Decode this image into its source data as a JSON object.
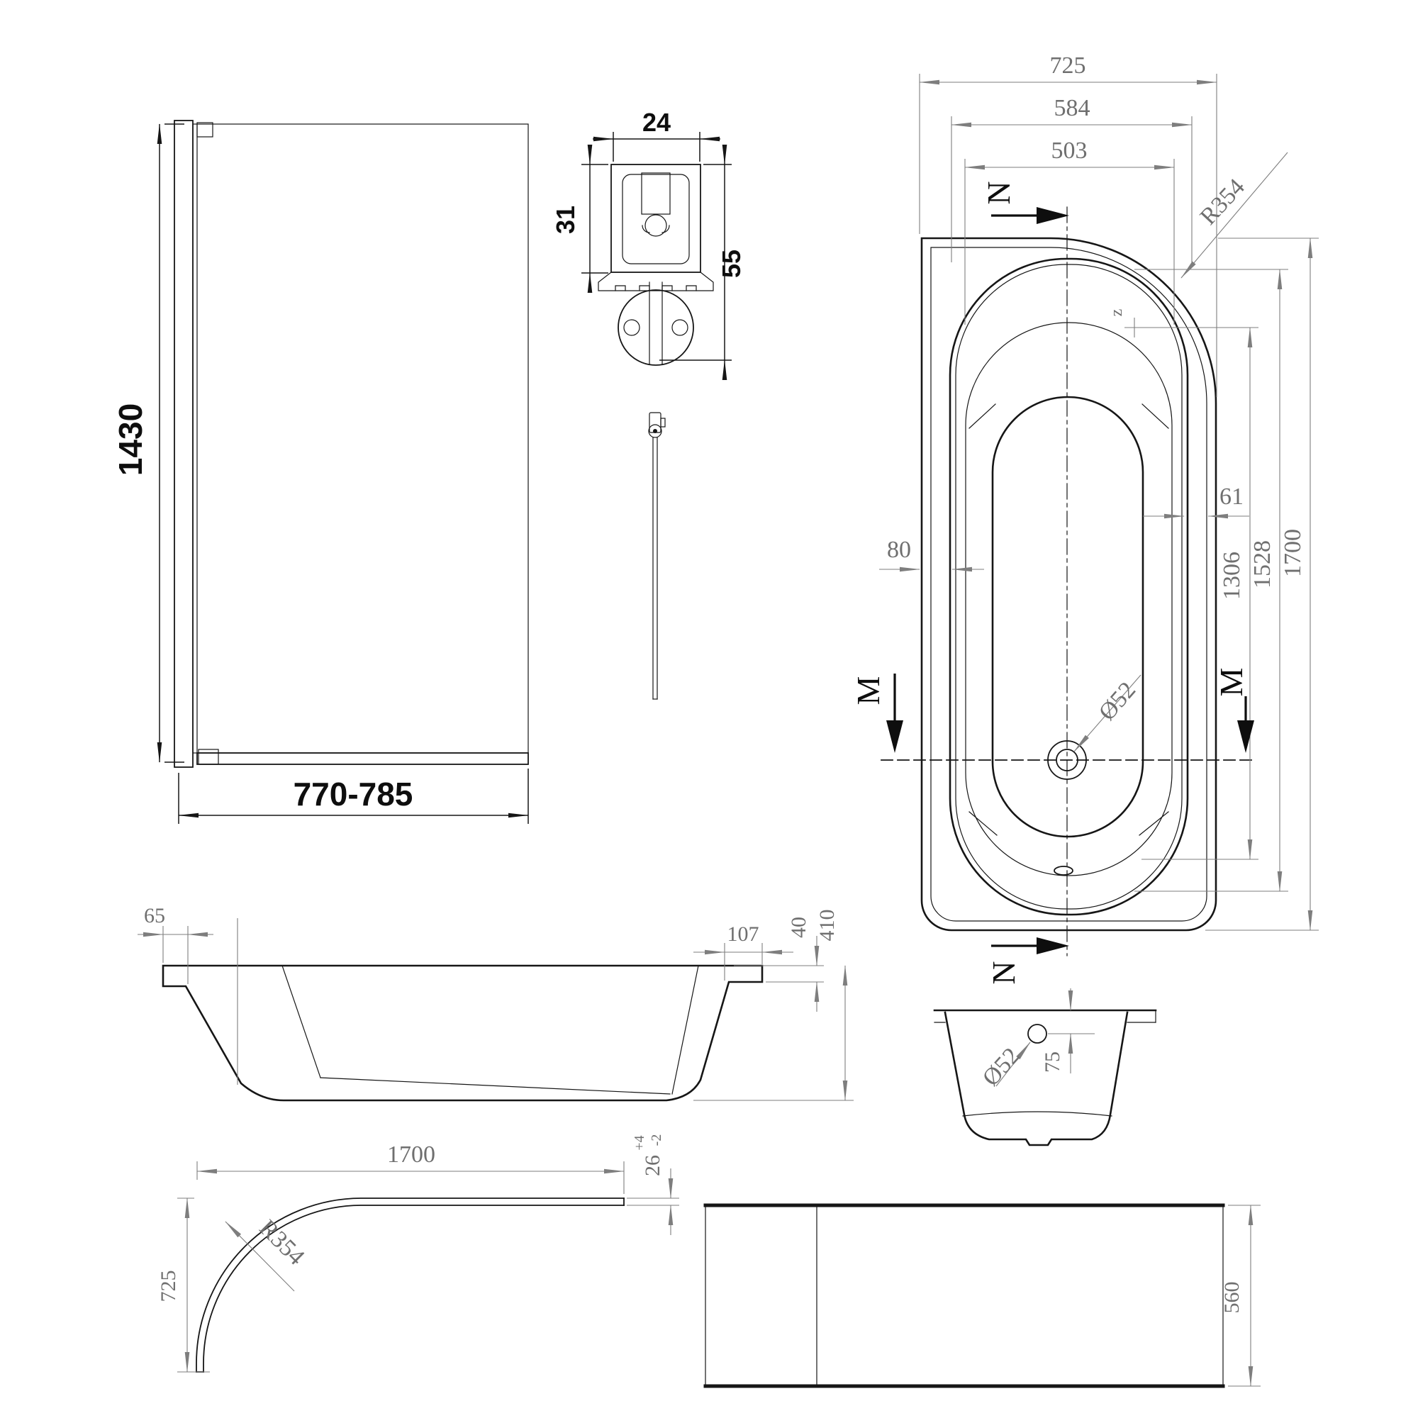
{
  "title": "Bath and bath screen technical drawing",
  "colors": {
    "line": "#161616",
    "dimension": "#7e7e7e"
  },
  "labels": {
    "screen_height": "1430",
    "screen_width": "770-785",
    "profile_width": "24",
    "profile_glass_depth": "31",
    "profile_height": "55",
    "plan_width": "725",
    "plan_rim_width": "584",
    "plan_opening_width": "503",
    "plan_radius": "R354",
    "plan_wall_left": "80",
    "plan_wall_right": "61",
    "plan_floor_length": "1306",
    "plan_rim_length": "1528",
    "plan_length": "1700",
    "plan_drain": "Ø52",
    "section_n": "N",
    "section_m": "M",
    "detail_z": "z",
    "side_overhang": "65",
    "side_ledge": "107",
    "side_rim": "40",
    "side_height": "410",
    "end_overflow": "Ø52",
    "end_overflow_depth": "75",
    "panel_length": "1700",
    "panel_radius": "R354",
    "panel_width": "725",
    "panel_thickness": "26",
    "panel_tol_plus": "+4",
    "panel_tol_minus": "-2",
    "front_height": "560"
  }
}
